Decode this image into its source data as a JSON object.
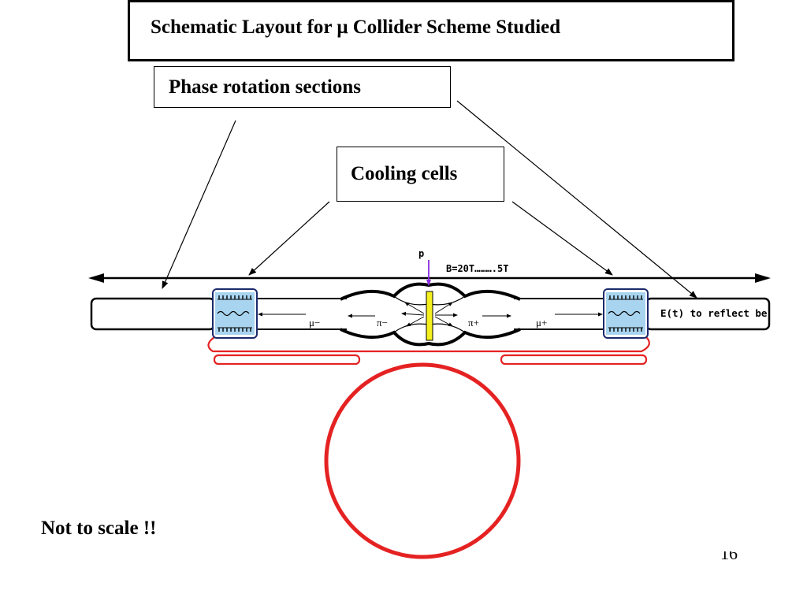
{
  "title": "Schematic Layout for μ Collider Scheme Studied",
  "labels": {
    "phase_rotation": "Phase rotation sections",
    "cooling": "Cooling cells",
    "proton": "p",
    "field": "B=20T……….5T",
    "mu_minus": "μ−",
    "pi_minus": "π−",
    "pi_plus": "π+",
    "mu_plus": "μ+",
    "reflect": "E(t) to reflect beam"
  },
  "note": "Not to scale !!",
  "page_number": "16",
  "colors": {
    "ring": "#e52222",
    "target": "#f4f020",
    "cooling_fill": "#a8d4f0",
    "proton_arrow": "#8a2be2"
  }
}
